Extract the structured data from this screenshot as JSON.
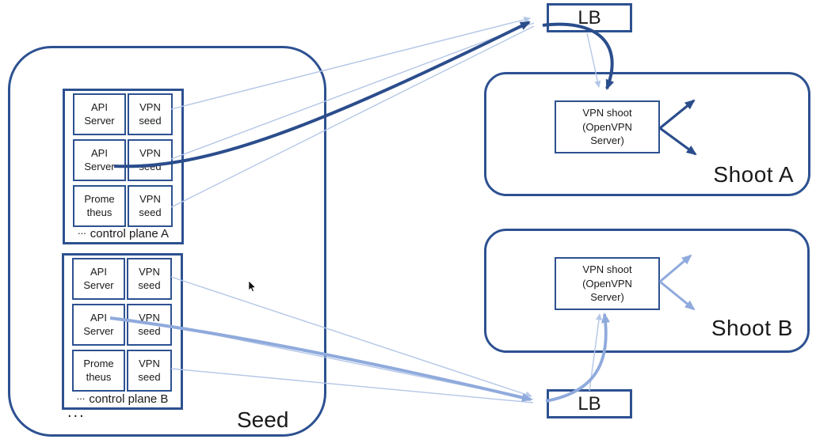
{
  "seed": {
    "label": "Seed",
    "trailing_ellipsis": "...",
    "control_planes": [
      {
        "dots": "...",
        "name": "control plane A",
        "rows": [
          {
            "left": [
              "API",
              "Server"
            ],
            "right": [
              "VPN",
              "seed"
            ]
          },
          {
            "left": [
              "API",
              "Server"
            ],
            "right": [
              "VPN",
              "seed"
            ]
          },
          {
            "left": [
              "Prome",
              "theus"
            ],
            "right": [
              "VPN",
              "seed"
            ]
          }
        ]
      },
      {
        "dots": "...",
        "name": "control plane B",
        "rows": [
          {
            "left": [
              "API",
              "Server"
            ],
            "right": [
              "VPN",
              "seed"
            ]
          },
          {
            "left": [
              "API",
              "Server"
            ],
            "right": [
              "VPN",
              "seed"
            ]
          },
          {
            "left": [
              "Prome",
              "theus"
            ],
            "right": [
              "VPN",
              "seed"
            ]
          }
        ]
      }
    ]
  },
  "load_balancers": [
    {
      "label": "LB"
    },
    {
      "label": "LB"
    }
  ],
  "shoots": [
    {
      "label": "Shoot A",
      "vpn_box_lines": [
        "VPN shoot",
        "(OpenVPN",
        "Server)"
      ]
    },
    {
      "label": "Shoot B",
      "vpn_box_lines": [
        "VPN shoot",
        "(OpenVPN",
        "Server)"
      ]
    }
  ],
  "colors": {
    "dark_navy": "#2d5191",
    "dark_arrow": "#2b4d8c",
    "medium_blue": "#8faadc",
    "pale_blue": "#b4c6e7",
    "text": "#1a1a1a",
    "background": "#ffffff"
  }
}
